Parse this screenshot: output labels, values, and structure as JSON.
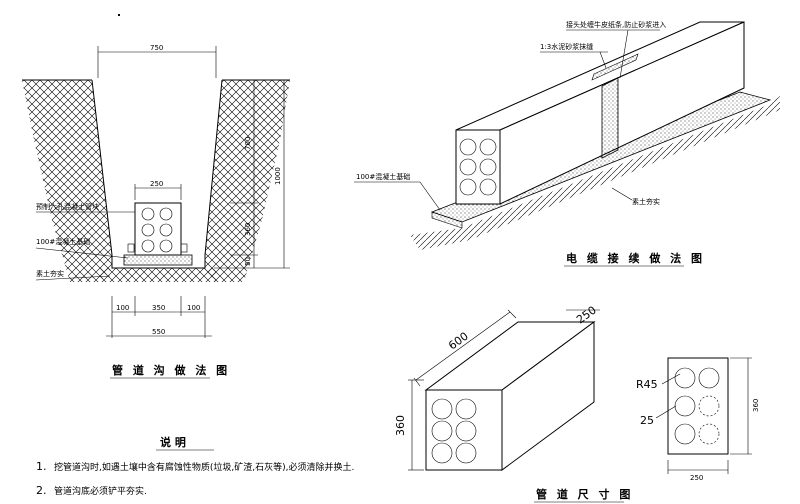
{
  "trench": {
    "title": "管 道 沟 做 法 图",
    "dim_top_width": "750",
    "dim_pipe_width": "250",
    "dim_bottom_100a": "100",
    "dim_bottom_350": "350",
    "dim_bottom_100b": "100",
    "dim_bottom_550": "550",
    "dim_depth_700": "700",
    "dim_depth_1000": "1000",
    "dim_depth_360": "360",
    "dim_depth_50": "50",
    "label_pipe": "预制六孔混凝土管块",
    "label_base": "100#混凝土基础",
    "label_soil": "素土夯实"
  },
  "joint": {
    "title": "电 缆 接 续 做 法 图",
    "label_top": "接头处缠牛皮纸条,防止砂浆进入",
    "label_mortar": "1:3水泥砂浆抹缝",
    "label_base": "100#混凝土基础",
    "label_soil": "素土夯实"
  },
  "size": {
    "title": "管 道 尺 寸 图",
    "dim_600": "600",
    "dim_250": "250",
    "dim_360": "360",
    "label_r45": "R45",
    "label_25": "25",
    "dim_small_side": "360",
    "dim_small_bottom": "250"
  },
  "notes": {
    "heading": "说  明",
    "n1_num": "1.",
    "n1_text": "挖管道沟时,如遇土壤中含有腐蚀性物质(垃圾,矿渣,石灰等),必须清除并换土.",
    "n2_num": "2.",
    "n2_text": "管道沟底必须铲平夯实."
  }
}
